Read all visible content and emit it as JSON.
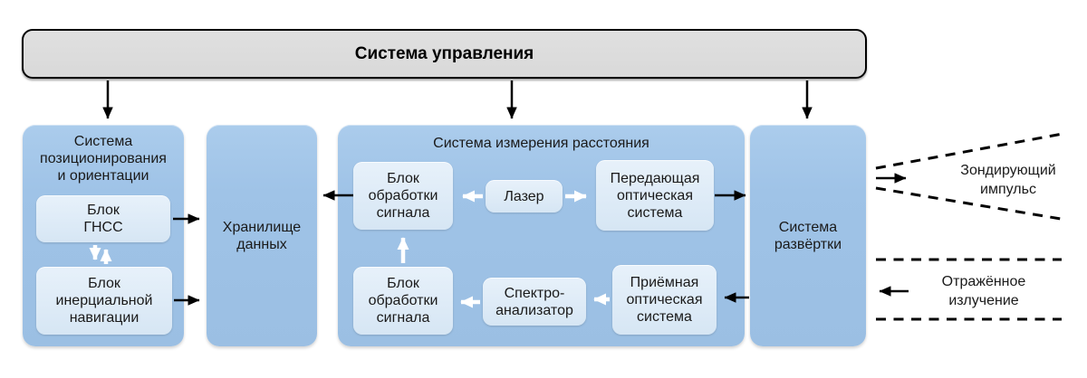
{
  "diagram": {
    "title_bar": {
      "label": "Система управления"
    },
    "positioning_system": {
      "title": "Система\nпозиционирования\nи ориентации",
      "gnss_block": "Блок\nГНСС",
      "inertial_block": "Блок\nинерциальной\nнавигации"
    },
    "data_storage": {
      "label": "Хранилище\nданных"
    },
    "distance_measurement": {
      "title": "Система измерения расстояния",
      "signal_processing_top": "Блок\nобработки\nсигнала",
      "laser": "Лазер",
      "transmitting_optics": "Передающая\nоптическая\nсистема",
      "signal_processing_bottom": "Блок\nобработки\nсигнала",
      "spectrum_analyzer": "Спектро-\nанализатор",
      "receiving_optics": "Приёмная\nоптическая\nсистема"
    },
    "scanning_system": {
      "label": "Система\nразвёртки"
    },
    "annotations": {
      "probing_pulse": "Зондирующий\nимпульс",
      "reflected_radiation": "Отражённое\nизлучение"
    },
    "colors": {
      "outer_box": "#9FC3E7",
      "inner_box": "#DEEBF7",
      "control_bar": "#D9D9D9",
      "arrow_black": "#000000",
      "arrow_white": "#FFFFFF",
      "text": "#1A1A1A"
    }
  }
}
